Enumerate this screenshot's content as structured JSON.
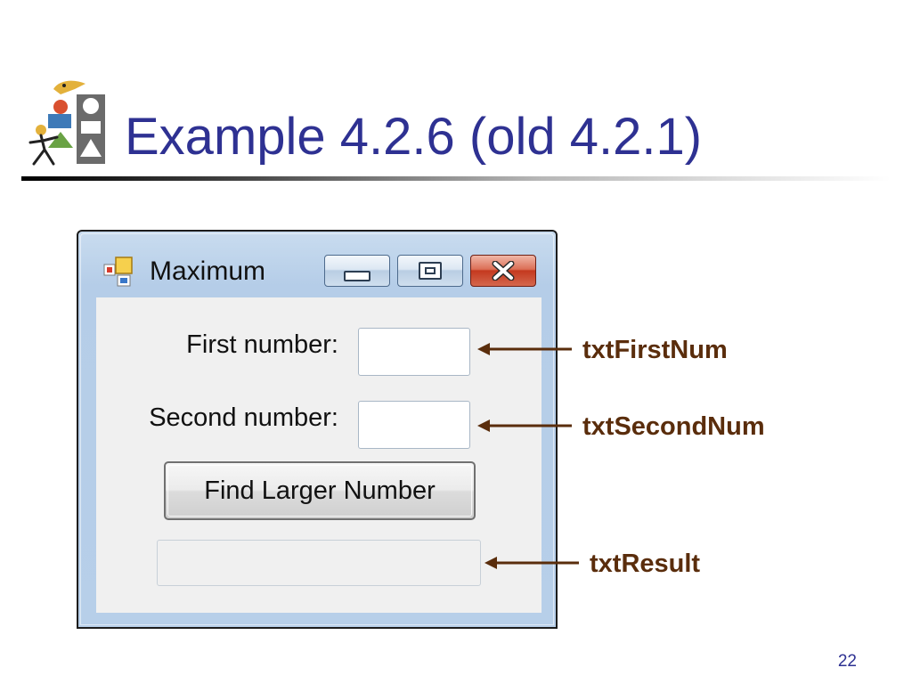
{
  "slide": {
    "title": "Example 4.2.6 (old 4.2.1)",
    "page_number": "22"
  },
  "window": {
    "title": "Maximum",
    "icon": "form-app-icon",
    "controls": {
      "minimize": "minimize-icon",
      "maximize": "maximize-icon",
      "close": "close-icon"
    }
  },
  "form": {
    "first_label": "First number:",
    "second_label": "Second number:",
    "first_value": "",
    "second_value": "",
    "button_label": "Find Larger Number",
    "result_value": ""
  },
  "annotations": {
    "first": "txtFirstNum",
    "second": "txtSecondNum",
    "result": "txtResult"
  },
  "colors": {
    "title": "#2e3192",
    "annotation": "#5a2d0c",
    "arrow": "#5a2d0c",
    "window_frame": "#b5cde8",
    "close_button": "#c4391f"
  }
}
